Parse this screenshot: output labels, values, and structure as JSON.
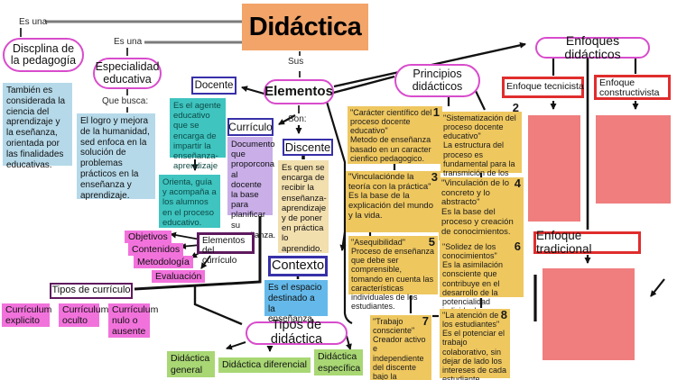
{
  "title": "Didáctica",
  "labels": {
    "es_una_1": "Es una",
    "es_una_2": "Es una",
    "sus": "Sus",
    "son": "Son:",
    "que_busca": "Que busca:"
  },
  "ovals": {
    "disciplina": "Discplina de la pedagogía",
    "especialidad": "Especialidad educativa",
    "elementos": "Elementos",
    "principios": "Principios didácticos",
    "enfoques": "Enfoques didácticos",
    "tipos_didactica": "Tipos de didáctica"
  },
  "nodes": {
    "disciplina_desc": "También es considerada la ciencia del aprendizaje y la eseñanza, orientada por las finalidades educativas.",
    "especialidad_desc": "El logro y mejora de la humanidad, sed enfoca en la solución de problemas prácticos en la enseñanza y aprendizaje.",
    "docente": "Docente",
    "docente_desc": "Es el agente educativo que se encarga de impartir la enseñanza-aprendizaje",
    "docente_desc2": "Orienta, guía y acompaña a los alumnos en el proceso educativo.",
    "curriculo": "Currículo",
    "curriculo_desc": "Documento que proporcona al docente la base para planificar su enseñanza.",
    "discente": "Discente",
    "discente_desc": "Es quen se encarga de recibir la enseñanza-aprendizaje y de poner en práctica lo aprendido.",
    "contexto": "Contexto",
    "contexto_desc": "Es el espacio destinado a la enseñanza.",
    "elementos_curriculo": "Elementos del currículo",
    "tipos_curriculo": "Tipos de currículo"
  },
  "curriculum_elements": [
    "Objetivos",
    "Contenidos",
    "Metodología",
    "Evaluación"
  ],
  "curriculum_types": [
    "Currículum explicito",
    "Currículum oculto",
    "Currículum nulo o ausente"
  ],
  "didactica_types": [
    "Didáctica general",
    "Didáctica diferencial",
    "Didáctica específica"
  ],
  "enfoques": {
    "tecnicista": "Enfoque tecnicista",
    "constructivista": "Enfoque constructivista",
    "tradicional": "Enfoque tradicional"
  },
  "principios": [
    {
      "num": "1",
      "title": "\"Carácter científico del proceso docente educativo\"",
      "body": "Metodo de enseñanza basado en un caracter cienfico pedagogico."
    },
    {
      "num": "2",
      "title": "\"Sistematización del proceso docente educativo\"",
      "body": "La estructura del proceso es fundamental para la transmición de los contenidos."
    },
    {
      "num": "3",
      "title": "\"Vinculaciónde la teoría con la práctica\"",
      "body": "Es la base de la explicación del mundo y la vida."
    },
    {
      "num": "4",
      "title": "\"Vinculación de lo concreto y lo abstracto\"",
      "body": "Es la base del proceso y creación de conocimientos."
    },
    {
      "num": "5",
      "title": "\"Asequibilidad\"",
      "body": "Proceso de enseñanza que debe ser comprensible, tomando en cuenta las características individuales de los estudiantes."
    },
    {
      "num": "6",
      "title": "\"Solidez de los conocimientos\"",
      "body": "Es la asimilación consciente que contribuye en el desarrollo de la potencialidad individual."
    },
    {
      "num": "7",
      "title": "\"Trabajo consciente\"",
      "body": "Creador activo e independiente del discente bajo la dirección del profesor."
    },
    {
      "num": "8",
      "title": "\"La atención de los estudiantes\"",
      "body": "Es el potenciar el trabajo colaborativo, sin dejar de lado los intereses de cada estudiante."
    }
  ],
  "colors": {
    "title_bg": "#f2a469",
    "oval_border": "#d84ccc",
    "blue_border": "#3730a8",
    "dark_purple_border": "#5e1a5e",
    "red_border": "#e02d2d",
    "yellow": "#eec75f",
    "pink": "#f272dc",
    "teal": "#3fc4c0",
    "light_blue": "#b5d9e9",
    "mid_blue": "#64b9ea",
    "lavender": "#c9aee8",
    "tan": "#f2dfae",
    "green": "#a8d774",
    "salmon": "#f07e7e",
    "gray_line": "#7b7b7b"
  }
}
